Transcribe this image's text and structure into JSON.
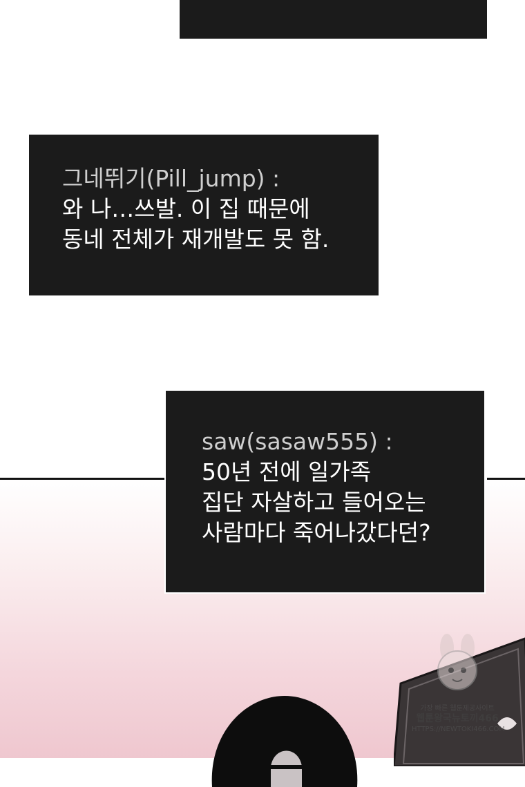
{
  "comments": [
    {
      "user": "그네뛰기(Pill_jump) :",
      "lines": [
        "와 나…쓰발. 이 집 때문에",
        "동네 전체가 재개발도 못 함."
      ]
    },
    {
      "user": "saw(sasaw555) :",
      "lines": [
        "50년 전에 일가족",
        "집단 자살하고 들어오는",
        "사람마다 죽어나갔다던?"
      ]
    }
  ],
  "watermark": {
    "line1": "가장 빠른 웹툰제공사이트",
    "line2": "웹툰왕국뉴토끼466",
    "line3": "HTTPS://NEWTOKI466.COM"
  },
  "colors": {
    "panel_bg": "#1b1b1b",
    "username_text": "#cfcfcf",
    "message_text": "#ffffff",
    "scene_pink": "#efc7cf"
  }
}
